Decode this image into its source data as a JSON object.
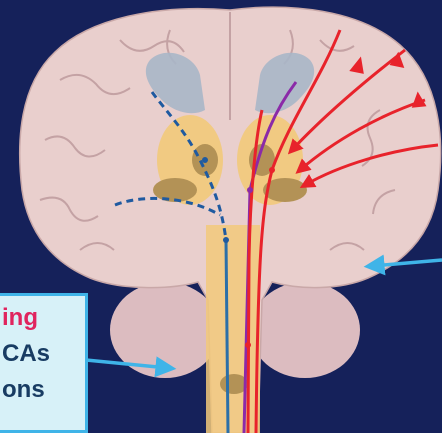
{
  "callout": {
    "line1": "ing",
    "line2": "CAs",
    "line3": "ons"
  },
  "colors": {
    "background": "#15215a",
    "brain_tissue": "#e9cfcd",
    "ventricle": "#a9b6c8",
    "basal_ganglia": "#f2c97a",
    "red_tract": "#e8232b",
    "purple_tract": "#8b2aa8",
    "blue_tract": "#2b6fa8",
    "dashed_tract": "#1f5aa0",
    "pointer": "#3fb4e8",
    "callout_fill": "#d7f1f8",
    "callout_text_accent": "#e0245e",
    "callout_text": "#183c63"
  },
  "icons": [
    "pointer-arrow-right",
    "pointer-arrow-left"
  ]
}
